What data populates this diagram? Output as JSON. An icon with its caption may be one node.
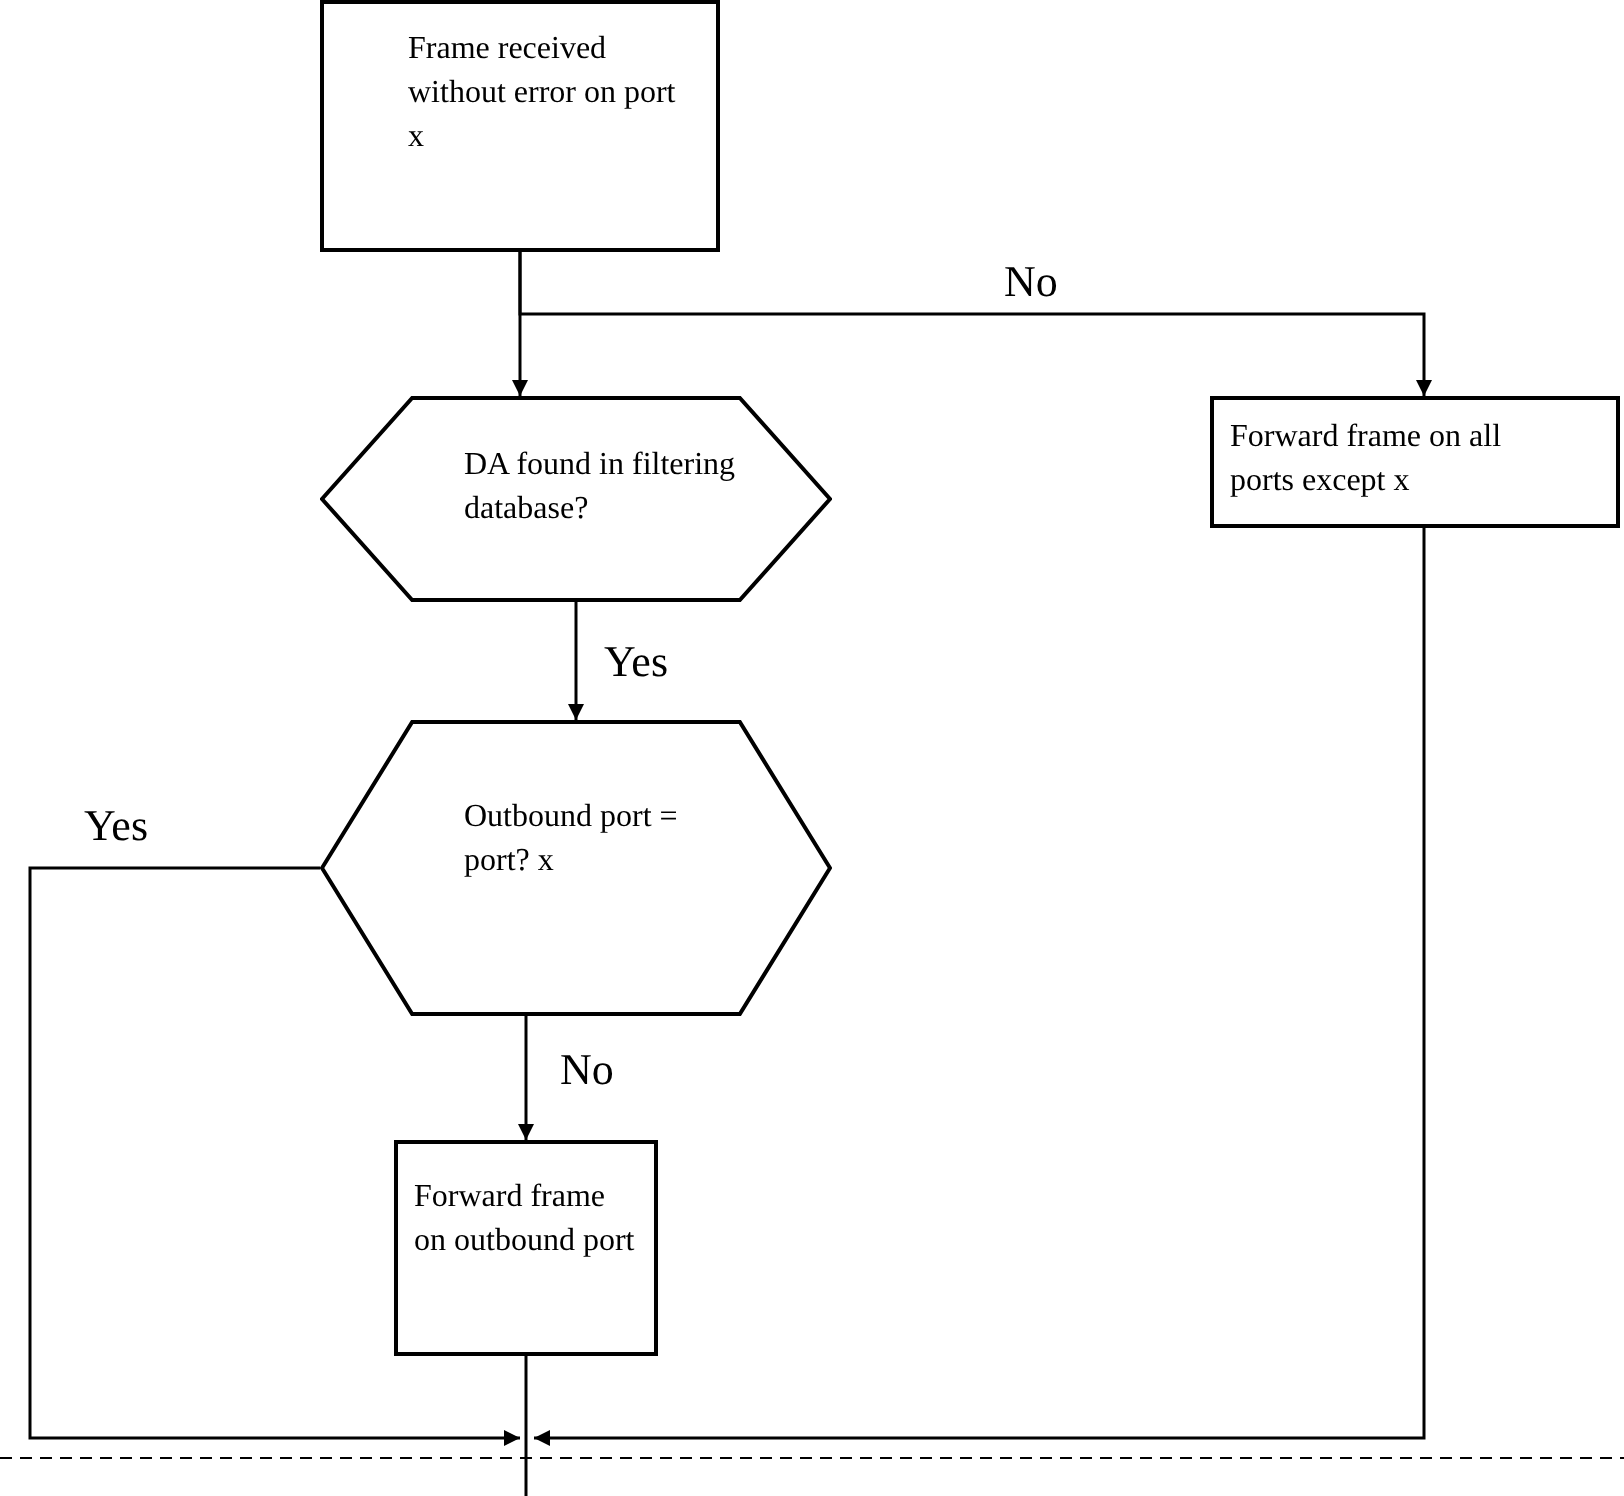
{
  "diagram": {
    "nodes": [
      {
        "text": [
          "Frame received without error on port x"
        ]
      },
      {
        "text": [
          "DA found in filtering database?"
        ]
      },
      {
        "text": [
          "Outbound port = port? x"
        ]
      },
      {
        "text": [
          "Forward frame on outbound port"
        ]
      },
      {
        "text": [
          "Forward frame on all ports except x"
        ]
      }
    ],
    "edges": [
      {
        "from": 0,
        "to": 1,
        "arrow": "to"
      },
      {
        "from": 0,
        "to": 4,
        "arrow": "to",
        "label": "No"
      },
      {
        "from": 1,
        "to": 2,
        "arrow": "to",
        "label": "Yes"
      },
      {
        "from": 2,
        "to": 3,
        "arrow": "to",
        "label": "No"
      },
      {
        "from": 2,
        "to": null,
        "arrow": "to",
        "label": "Yes"
      },
      {
        "from": 4,
        "to": null,
        "arrow": "to"
      },
      {
        "from": 3,
        "to": null,
        "arrow": "none"
      }
    ]
  }
}
